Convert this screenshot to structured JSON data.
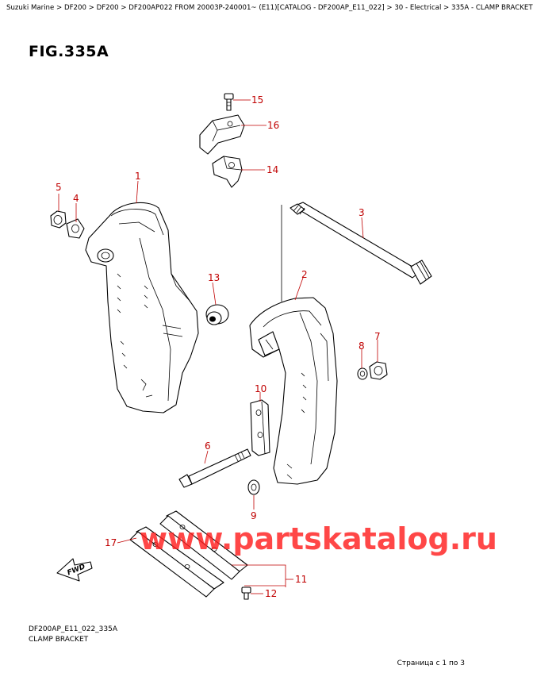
{
  "breadcrumb": "Suzuki Marine > DF200 > DF200 > DF200AP022 FROM 20003P-240001~ (E11)[CATALOG - DF200AP_E11_022] > 30 - Electrical > 335A - CLAMP BRACKET",
  "figure": {
    "title": "FIG.335A",
    "code": "DF200AP_E11_022_335A",
    "caption": "CLAMP BRACKET"
  },
  "callouts": {
    "c1": "1",
    "c2": "2",
    "c3": "3",
    "c4": "4",
    "c5": "5",
    "c6": "6",
    "c7": "7",
    "c8": "8",
    "c9": "9",
    "c10": "10",
    "c11": "11",
    "c12": "12",
    "c13": "13",
    "c14": "14",
    "c15": "15",
    "c16": "16",
    "c17": "17"
  },
  "fwd_label": "FWD",
  "watermark": "www.partskatalog.ru",
  "page_info": "Страница с 1 по 3",
  "colors": {
    "callout": "#c00000",
    "watermark": "#ff1f1f"
  }
}
